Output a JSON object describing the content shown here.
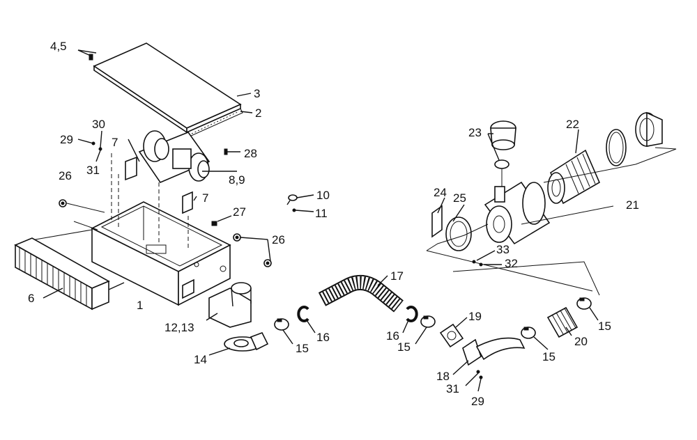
{
  "labels": {
    "l_4_5": "4,5",
    "l_3": "3",
    "l_2": "2",
    "l_30": "30",
    "l_29a": "29",
    "l_31a": "31",
    "l_7a": "7",
    "l_28": "28",
    "l_8_9": "8,9",
    "l_7b": "7",
    "l_26a": "26",
    "l_10": "10",
    "l_11": "11",
    "l_27": "27",
    "l_26b": "26",
    "l_6": "6",
    "l_1": "1",
    "l_12_13": "12,13",
    "l_14": "14",
    "l_15a": "15",
    "l_16a": "16",
    "l_17": "17",
    "l_16b": "16",
    "l_15b": "15",
    "l_19": "19",
    "l_23": "23",
    "l_22": "22",
    "l_24": "24",
    "l_25": "25",
    "l_21": "21",
    "l_33": "33",
    "l_32": "32",
    "l_15c": "15",
    "l_20": "20",
    "l_15d": "15",
    "l_18": "18",
    "l_31b": "31",
    "l_29b": "29"
  }
}
